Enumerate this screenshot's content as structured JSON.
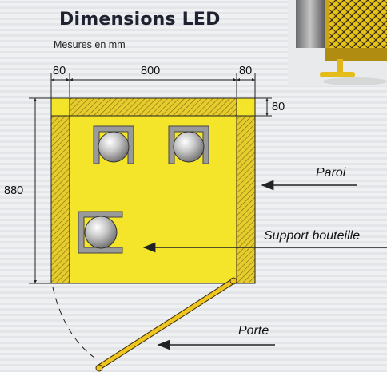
{
  "title": "Dimensions LED",
  "subtitle": "Mesures en mm",
  "dimensions": {
    "left_wall": "80",
    "inner_width": "800",
    "right_wall": "80",
    "back_wall": "80",
    "depth": "880"
  },
  "callouts": {
    "wall": "Paroi",
    "bottle_holder": "Support bouteille",
    "door": "Porte"
  },
  "colors": {
    "floor": "#f5e52a",
    "wall": "#d9be2c",
    "door": "#f1c51f",
    "holder": "#9a9a9a"
  }
}
